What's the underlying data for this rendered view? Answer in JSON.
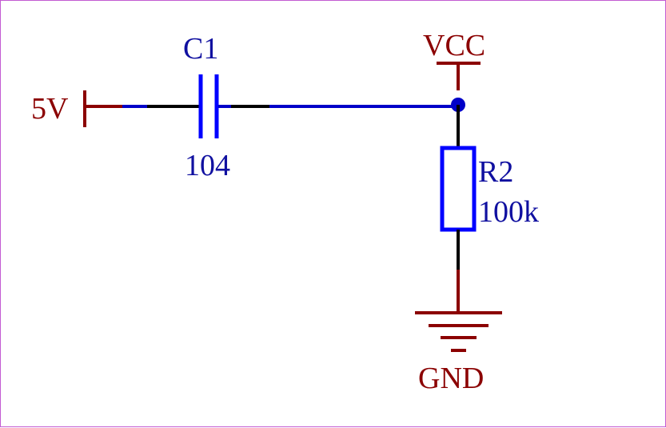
{
  "schematic": {
    "colors": {
      "wire": "#0000c8",
      "pin": "#000000",
      "power": "#8b0000",
      "component": "#0000ff",
      "component_text": "#1010a0",
      "border": "#c35bd2"
    },
    "power_ports": {
      "input": "5V",
      "supply": "VCC",
      "ground": "GND"
    },
    "capacitor": {
      "designator": "C1",
      "value": "104"
    },
    "resistor": {
      "designator": "R2",
      "value": "100k"
    },
    "junction": {
      "present": true
    }
  }
}
